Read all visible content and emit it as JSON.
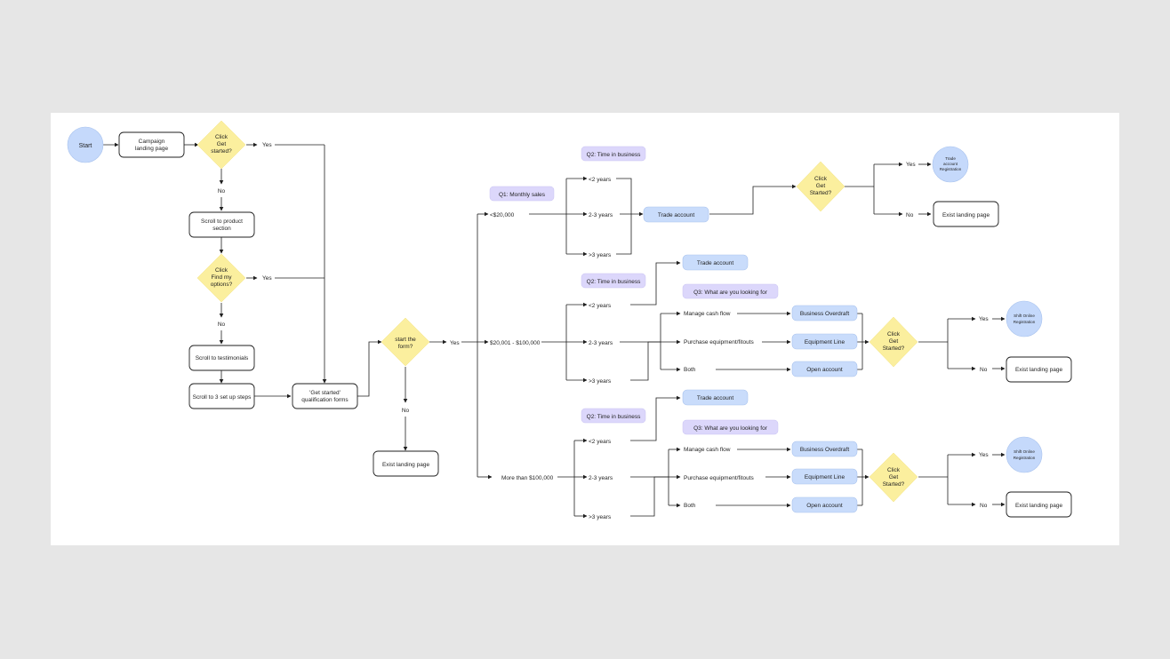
{
  "nodes": {
    "start": "Start",
    "campaign": [
      "Campaign",
      "landing page"
    ],
    "click_get_started": [
      "Click",
      "Get",
      "started?"
    ],
    "scroll_product": [
      "Scroll to product",
      "section"
    ],
    "click_find": [
      "Click",
      "Find my",
      "options?"
    ],
    "scroll_testimonials": "Scroll to testimonials",
    "scroll_setup": "Scroll to 3 set up steps",
    "qualification_forms": [
      "'Get started'",
      "qualification forms"
    ],
    "start_form": [
      "start the",
      "form?"
    ],
    "exist_landing_1": "Exist landing page",
    "q1": "Q1: Monthly sales",
    "range_1": "<$20,000",
    "range_2": "$20,001 - $100,000",
    "range_3": "More than $100,000",
    "q2_a": "Q2: Time in business",
    "q2_b": "Q2: Time in business",
    "q2_c": "Q2: Time in business",
    "lt2_a": "<2 years",
    "y23_a": "2-3 years",
    "gt3_a": ">3 years",
    "lt2_b": "<2 years",
    "y23_b": "2-3 years",
    "gt3_b": ">3 years",
    "lt2_c": "<2 years",
    "y23_c": "2-3 years",
    "gt3_c": ">3 years",
    "trade_account_1": "Trade account",
    "trade_account_2": "Trade account",
    "trade_account_3": "Trade account",
    "click_get_started_2": [
      "Click",
      "Get",
      "Started?"
    ],
    "click_get_started_3": [
      "Click",
      "Get",
      "Started?"
    ],
    "click_get_started_4": [
      "Click",
      "Get",
      "Started?"
    ],
    "trade_registration": [
      "Trade",
      "account",
      "Registration"
    ],
    "exist_landing_2": "Exist landing page",
    "exist_landing_3": "Exist landing page",
    "exist_landing_4": "Exist landing page",
    "q3_b": "Q3: What are you looking for",
    "q3_c": "Q3: What are you looking for",
    "manage_cash_b": "Manage cash flow",
    "purchase_equip_b": "Purchase equipment/fitouts",
    "both_b": "Both",
    "manage_cash_c": "Manage cash flow",
    "purchase_equip_c": "Purchase equipment/fitouts",
    "both_c": "Both",
    "business_overdraft_b": "Business Overdraft",
    "equipment_line_b": "Equipment Line",
    "open_account_b": "Open account",
    "business_overdraft_c": "Business Overdraft",
    "equipment_line_c": "Equipment Line",
    "open_account_c": "Open account",
    "shift_registration_b": [
      "Shift Online",
      "Registration"
    ],
    "shift_registration_c": [
      "Shift Online",
      "Registration"
    ]
  },
  "edge_labels": {
    "yes_1": "Yes",
    "no_1": "No",
    "yes_2": "Yes",
    "no_2": "No",
    "yes_3": "Yes",
    "no_3": "No",
    "yes_4": "Yes",
    "no_4": "No",
    "yes_5": "Yes",
    "no_5": "No",
    "yes_6": "Yes",
    "no_6": "No"
  },
  "colors": {
    "background": "#e6e6e6",
    "canvas": "#ffffff",
    "decision": "#fbef9e",
    "terminal": "#c5d9fb",
    "option": "#c9dcfb",
    "question": "#dcd7fb",
    "line": "#1f1f1f"
  }
}
